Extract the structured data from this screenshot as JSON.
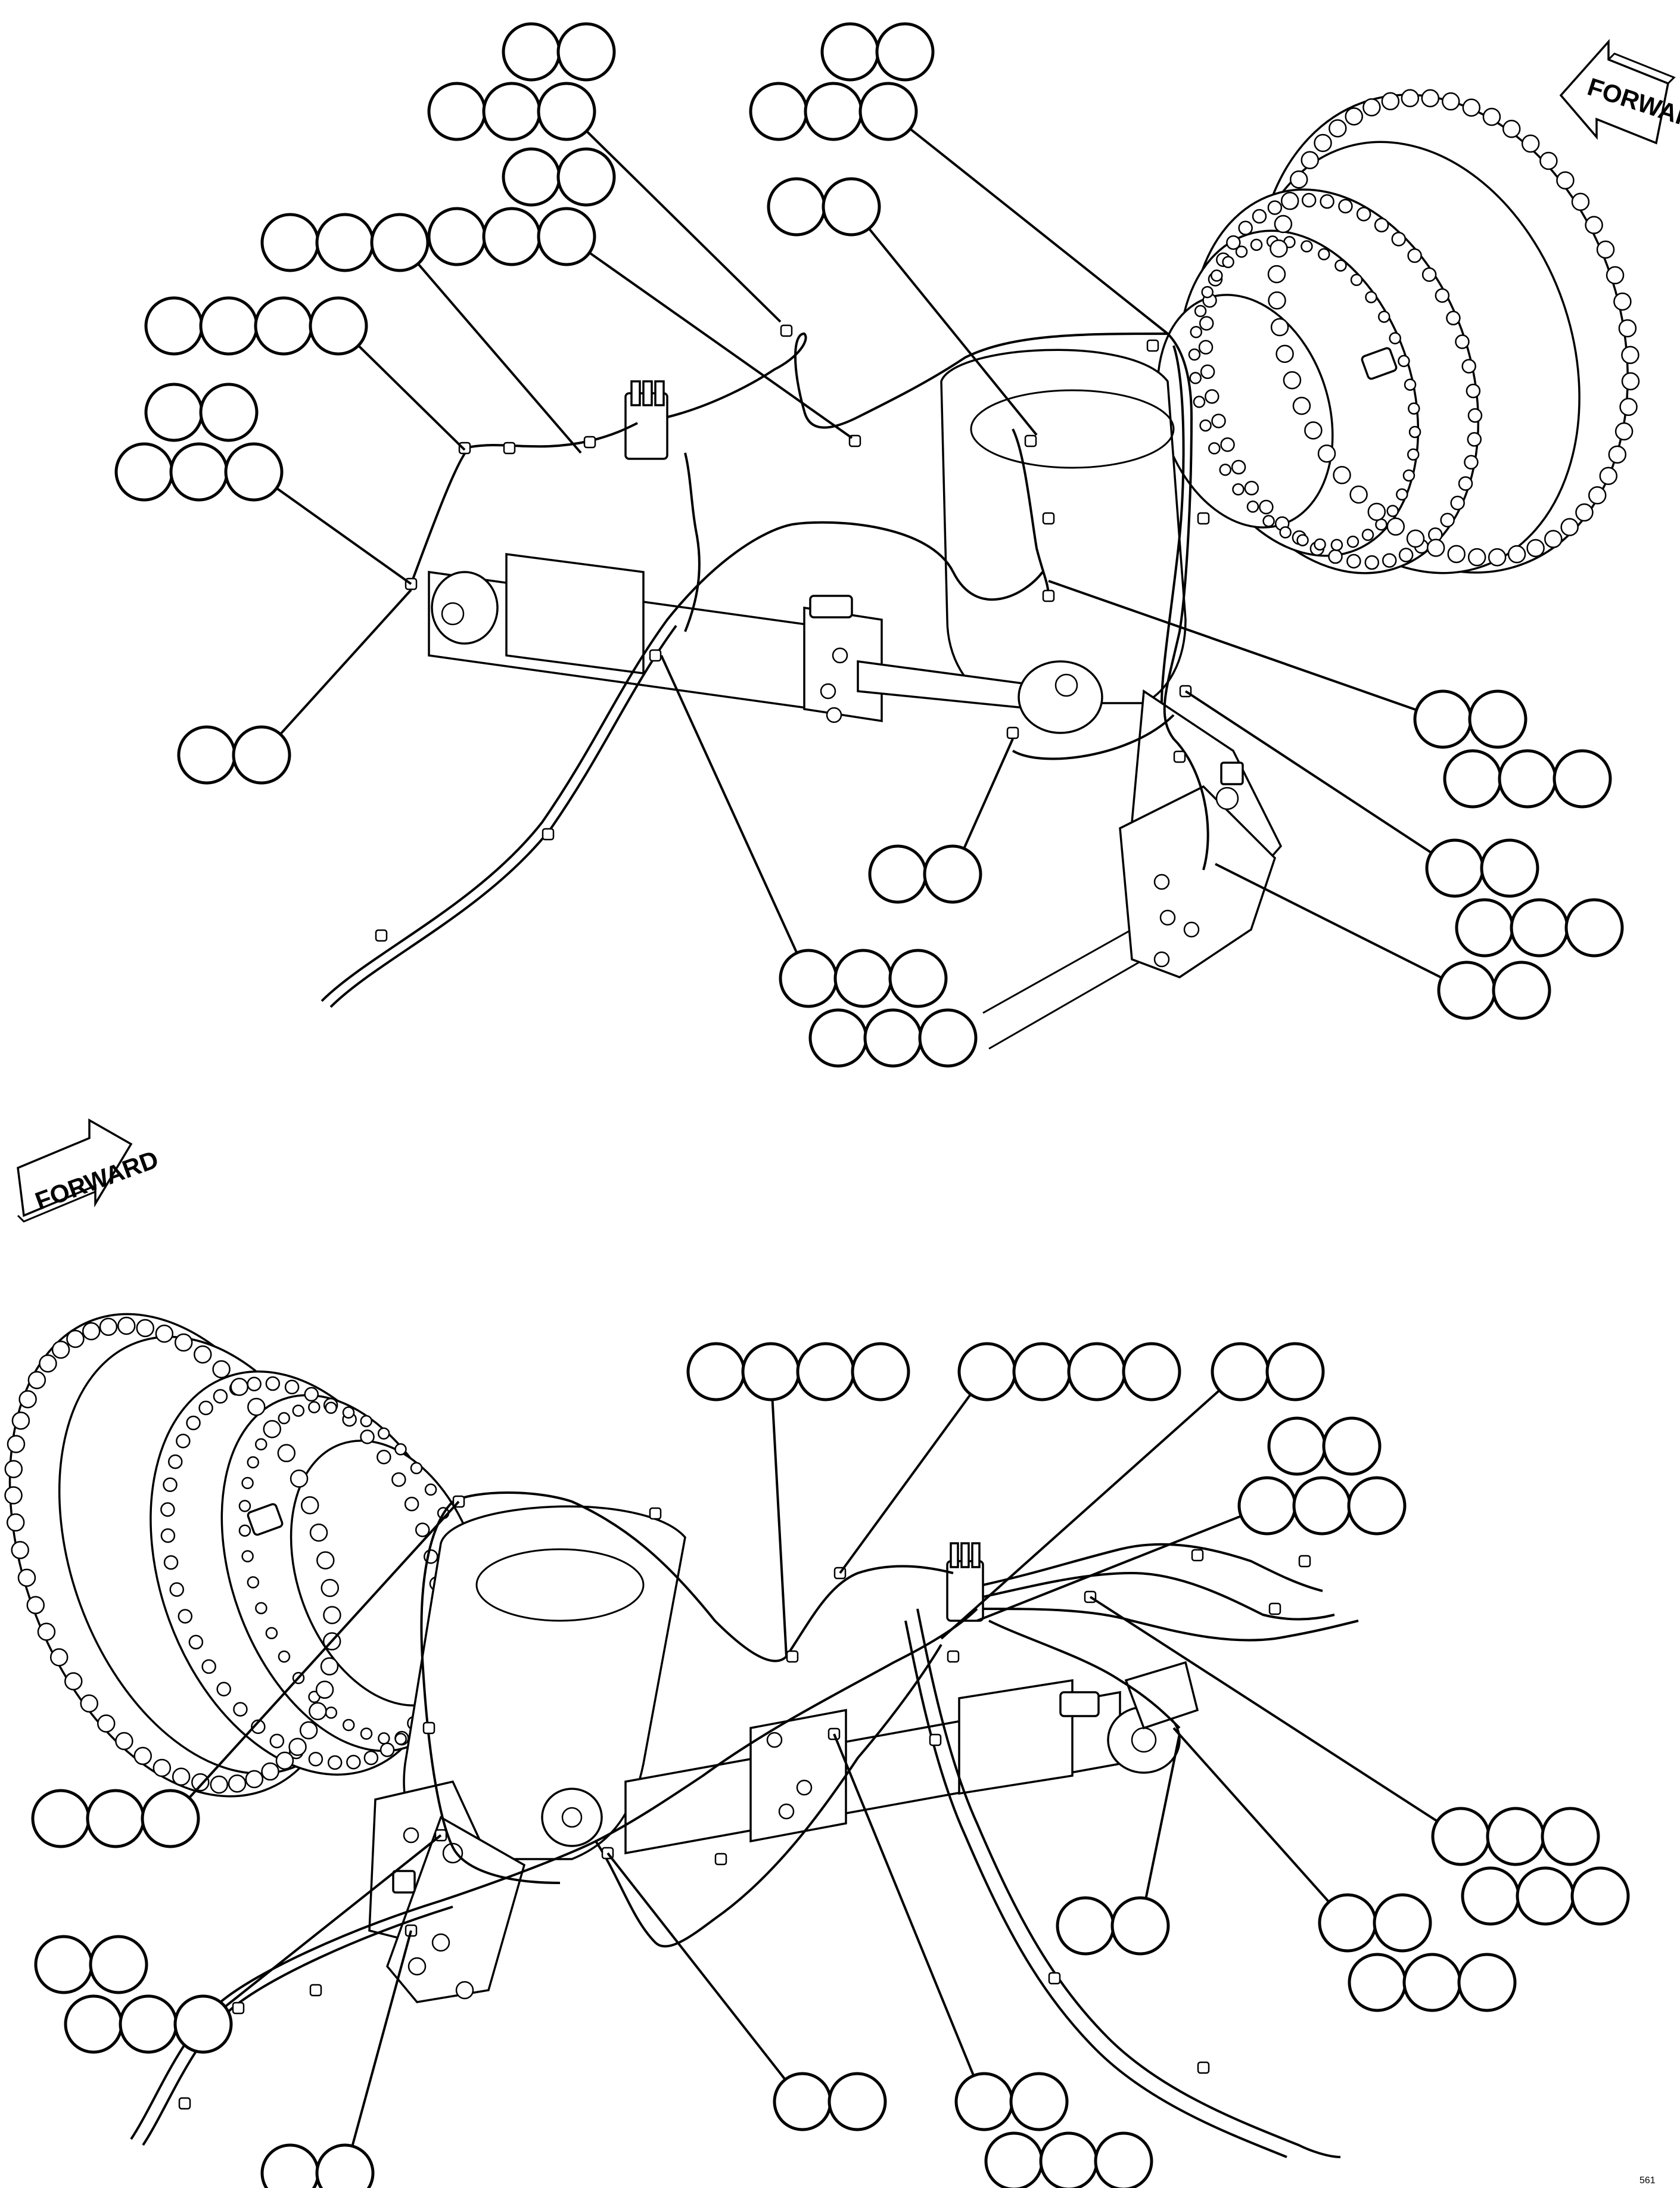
{
  "forward_arrow_top": {
    "label": "FORWARD"
  },
  "forward_arrow_bottom": {
    "label": "FORWARD"
  },
  "figure_code": "561",
  "top_view": {
    "callout_groups": [
      {
        "id": "t1",
        "count": 5
      },
      {
        "id": "t2",
        "count": 5
      },
      {
        "id": "t3",
        "count": 5
      },
      {
        "id": "t4",
        "count": 2
      },
      {
        "id": "t5",
        "count": 3
      },
      {
        "id": "t6",
        "count": 4
      },
      {
        "id": "t7",
        "count": 5
      },
      {
        "id": "t8",
        "count": 2
      },
      {
        "id": "t9",
        "count": 5
      },
      {
        "id": "t10",
        "count": 5
      },
      {
        "id": "t11",
        "count": 2
      },
      {
        "id": "t12",
        "count": 6
      },
      {
        "id": "t13",
        "count": 2
      }
    ]
  },
  "bottom_view": {
    "callout_groups": [
      {
        "id": "b1",
        "count": 4
      },
      {
        "id": "b2",
        "count": 4
      },
      {
        "id": "b3",
        "count": 2
      },
      {
        "id": "b4",
        "count": 5
      },
      {
        "id": "b5",
        "count": 3
      },
      {
        "id": "b6",
        "count": 6
      },
      {
        "id": "b7",
        "count": 5
      },
      {
        "id": "b8",
        "count": 5
      },
      {
        "id": "b9",
        "count": 2
      },
      {
        "id": "b10",
        "count": 2
      },
      {
        "id": "b11",
        "count": 5
      },
      {
        "id": "b12",
        "count": 2
      }
    ]
  }
}
